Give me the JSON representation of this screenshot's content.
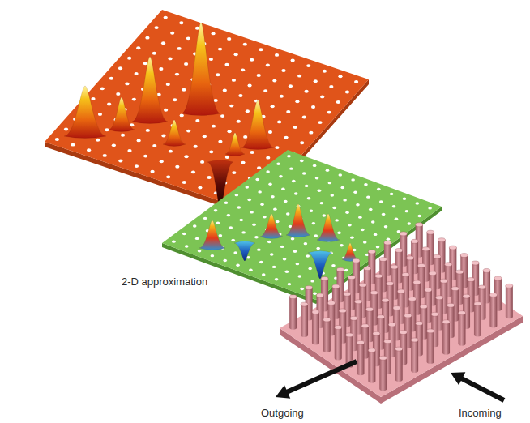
{
  "diagram": {
    "labels": [
      "2-D approximation",
      "Outgoing",
      "Incoming"
    ]
  }
}
